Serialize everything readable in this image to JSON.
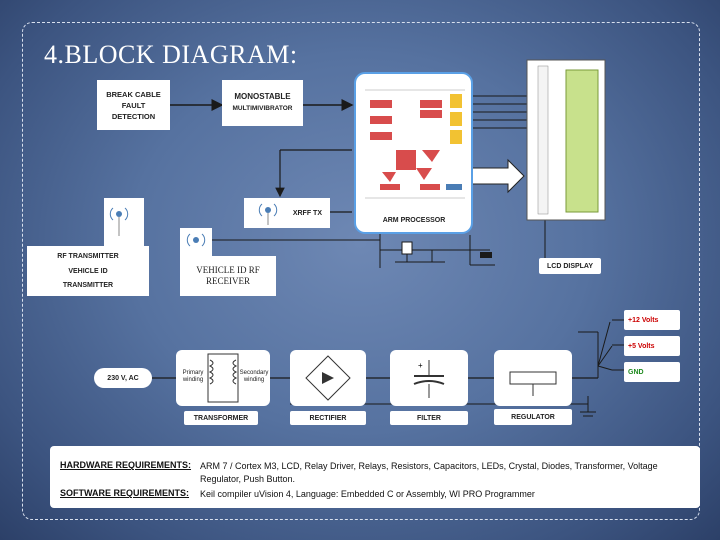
{
  "title": "4.BLOCK DIAGRAM:",
  "blocks": {
    "break_cable": [
      "BREAK CABLE",
      "FAULT",
      "DETECTION"
    ],
    "monostable": [
      "MONOSTABLE",
      "MULTIMIVIBRATOR"
    ],
    "xrff_tx": "XRFF TX",
    "arm": "ARM PROCESSOR",
    "rf_tx": [
      "RF TRANSMITTER",
      "VEHICLE ID",
      "TRANSMITTER"
    ],
    "rf_rx": [
      "VEHICLE ID RF",
      "RECEIVER"
    ],
    "lcd": "LCD DISPLAY",
    "ac": "230 V, AC",
    "transformer": "TRANSFORMER",
    "rectifier": "RECTIFIER",
    "filter": "FILTER",
    "regulator": "REGULATOR",
    "primary": [
      "Primary",
      "winding"
    ],
    "secondary": [
      "Secondary",
      "winding"
    ]
  },
  "outputs": [
    "+12 Volts",
    "+5 Volts",
    "GND"
  ],
  "requirements": [
    {
      "key": "HARDWARE REQUIREMENTS:",
      "value": "ARM 7 / Cortex M3, LCD, Relay Driver, Relays, Resistors, Capacitors, LEDs, Crystal, Diodes, Transformer, Voltage Regulator, Push Button."
    },
    {
      "key": "SOFTWARE REQUIREMENTS:",
      "value": "Keil compiler uVision 4, Language: Embedded C or Assembly, WI PRO Programmer"
    }
  ],
  "colors": {
    "output_text": "#cc0000",
    "gnd_text": "#1f8a1f",
    "wire": "#1a1a1a",
    "arm_border": "#5aa0e6"
  }
}
